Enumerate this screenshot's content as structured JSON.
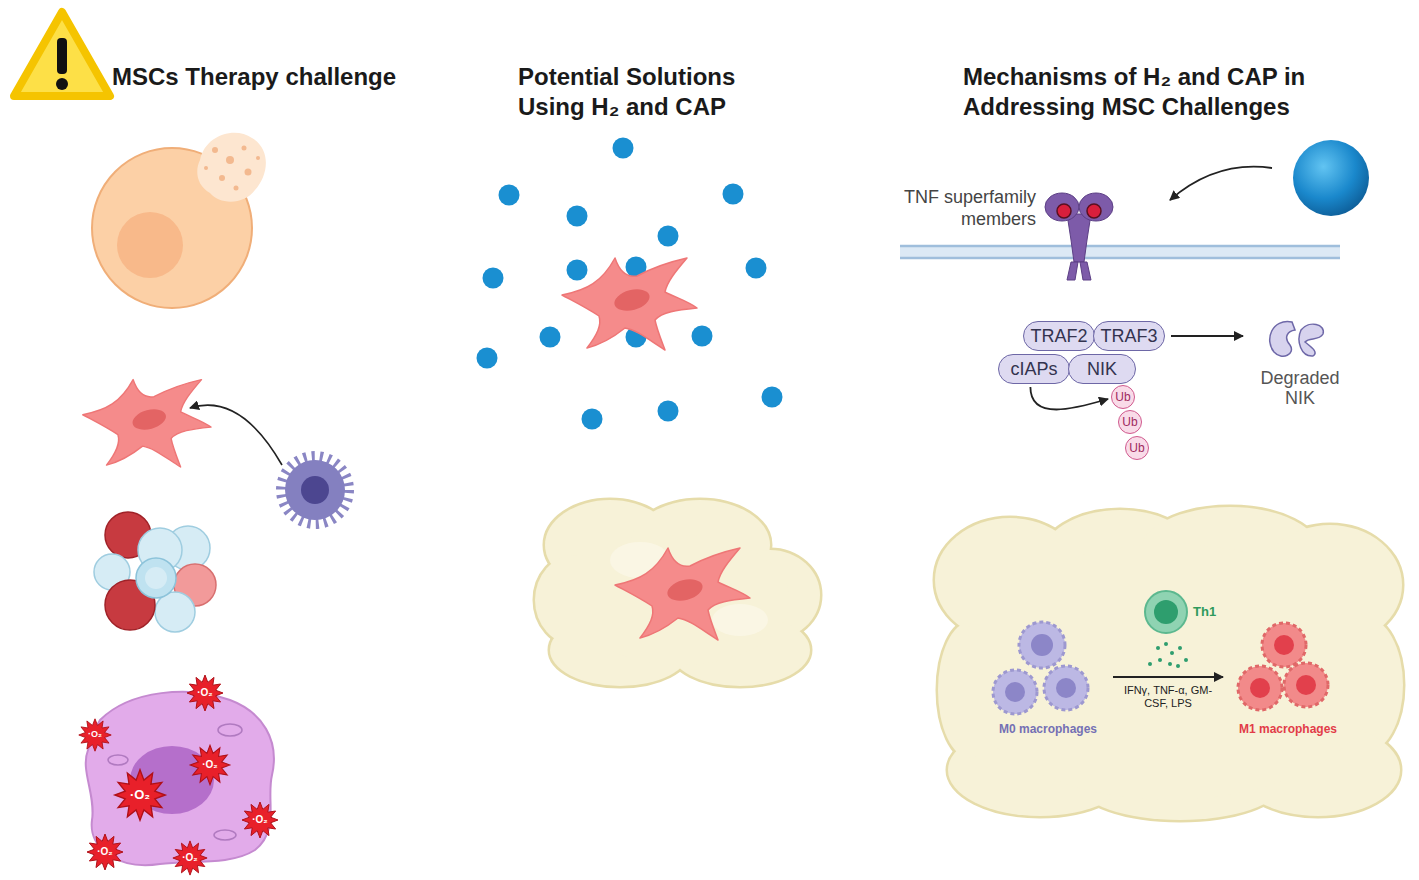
{
  "diagram": {
    "nodes": [
      {
        "text": [
          "TRAF2"
        ]
      },
      {
        "text": [
          "TRAF3"
        ]
      },
      {
        "text": [
          "cIAPs"
        ]
      },
      {
        "text": [
          "NIK"
        ]
      },
      {
        "text": [
          "Ub"
        ]
      },
      {
        "text": [
          "Ub"
        ]
      },
      {
        "text": [
          "Ub"
        ]
      },
      {
        "text": [
          "Degraded NIK"
        ]
      },
      {
        "text": [
          "Th1"
        ]
      },
      {
        "text": [
          "M0 macrophages"
        ]
      },
      {
        "text": [
          "M1 macrophages"
        ]
      }
    ],
    "edges": [
      {
        "from": 1,
        "to": 7,
        "arrow": "to"
      },
      {
        "from": 2,
        "to": 4,
        "arrow": "to"
      },
      {
        "from": 9,
        "to": 10,
        "label": "IFNγ, TNF-α, GM-CSF, LPS",
        "arrow": "to"
      }
    ],
    "labels": [
      "MSCs Therapy challenge",
      "Potential Solutions Using H₂ and CAP",
      "Mechanisms of H₂ and CAP in Addressing MSC Challenges",
      "TNF superfamily members",
      "·O₂",
      "·O₂",
      "·O₂",
      "·O₂",
      "·O₂",
      "·O₂",
      "·O₂"
    ]
  }
}
